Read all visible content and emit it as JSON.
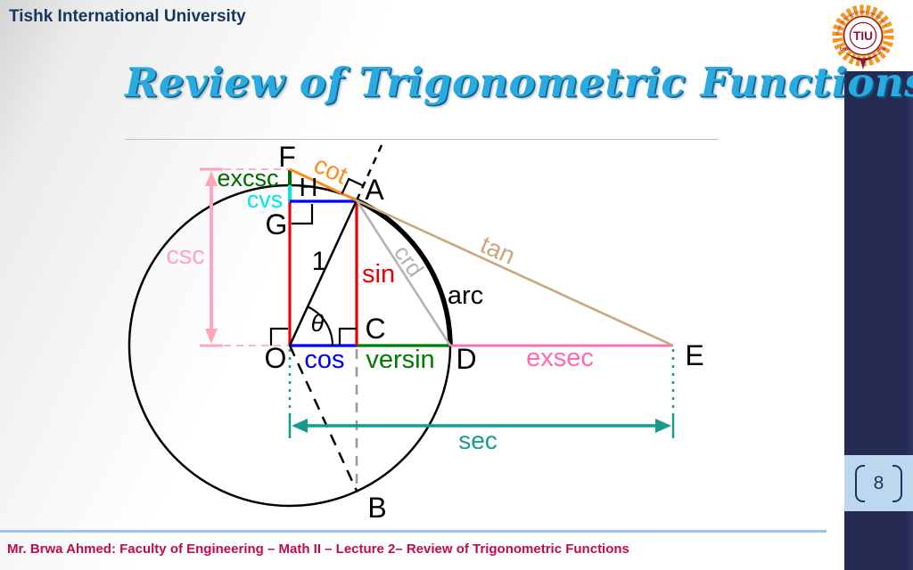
{
  "header": {
    "university": "Tishk International University"
  },
  "logo": {
    "monogram": "TIU",
    "arc_text": "TISHK INTERNATIONAL UNIVERSITY",
    "left_text": "ERBIL",
    "right_text": "2008"
  },
  "title": "Review of Trigonometric Functions",
  "page": {
    "number": "8"
  },
  "footer": {
    "text": "Mr. Brwa Ahmed: Faculty of Engineering – Math II – Lecture 2– Review of Trigonometric Functions"
  },
  "diagram": {
    "description": "Unit circle with all trigonometric function segments for angle theta",
    "labels": {
      "F": "F",
      "H": "H",
      "G": "G",
      "A": "A",
      "O": "O",
      "C": "C",
      "D": "D",
      "E": "E",
      "B": "B",
      "one": "1",
      "theta": "θ",
      "sin": "sin",
      "cos": "cos",
      "versin": "versin",
      "exsec": "exsec",
      "sec": "sec",
      "csc": "csc",
      "excsc": "excsc",
      "cvs": "cvs",
      "cot": "cot",
      "tan": "tan",
      "crd": "crd",
      "arc": "arc"
    },
    "colors": {
      "sin": "#ee0000",
      "cos": "#0000ee",
      "versin": "#007a00",
      "exsec": "#ff69b4",
      "sec": "#199b8c",
      "csc": "#ffa6bc",
      "excsc": "#006b00",
      "cvs": "#00e5ee",
      "cot": "#ff8c1a",
      "tan": "#c9a87c",
      "crd": "#b3b3b3",
      "circle": "#000000"
    },
    "accent": {
      "navy": "#17365d",
      "bar": "#252a52",
      "page_box": "#bdd7ee",
      "footer": "#c00a50",
      "title": "#29abe2"
    }
  }
}
